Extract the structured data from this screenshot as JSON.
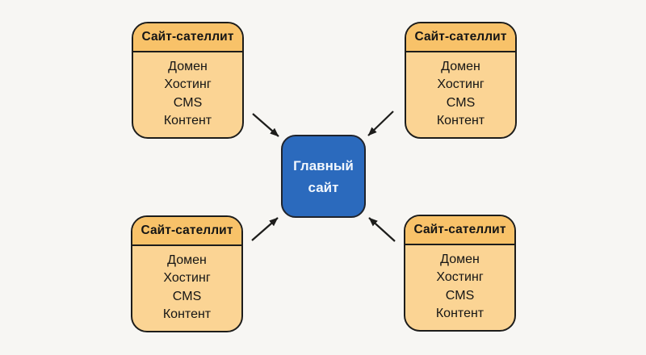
{
  "diagram": {
    "title": "satellite-sites-scheme",
    "main": {
      "label": "Главный\nсайт"
    },
    "satellites": [
      {
        "position": "top-left",
        "title": "Сайт-сателлит",
        "items": [
          "Домен",
          "Хостинг",
          "CMS",
          "Контент"
        ]
      },
      {
        "position": "top-right",
        "title": "Сайт-сателлит",
        "items": [
          "Домен",
          "Хостинг",
          "CMS",
          "Контент"
        ]
      },
      {
        "position": "bottom-left",
        "title": "Сайт-сателлит",
        "items": [
          "Домен",
          "Хостинг",
          "CMS",
          "Контент"
        ]
      },
      {
        "position": "bottom-right",
        "title": "Сайт-сателлит",
        "items": [
          "Домен",
          "Хостинг",
          "CMS",
          "Контент"
        ]
      }
    ],
    "edges": [
      {
        "from": "satellite-top-left",
        "to": "main"
      },
      {
        "from": "satellite-top-right",
        "to": "main"
      },
      {
        "from": "satellite-bottom-left",
        "to": "main"
      },
      {
        "from": "satellite-bottom-right",
        "to": "main"
      }
    ],
    "colors": {
      "background": "#f7f6f3",
      "satellite_header": "#f8c269",
      "satellite_body": "#fbd494",
      "main_fill": "#2b6abd",
      "border": "#1d1d1b",
      "arrow": "#1d1d1b"
    }
  }
}
